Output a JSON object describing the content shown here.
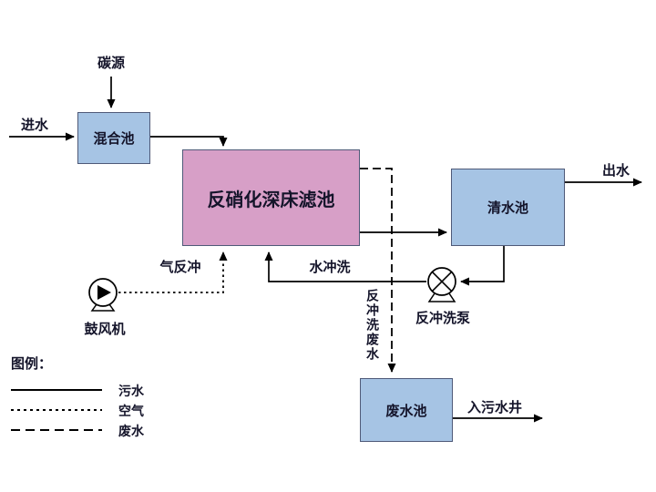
{
  "nodes": {
    "mixing_tank": {
      "label": "混合池"
    },
    "filter": {
      "label": "反硝化深床滤池"
    },
    "clear_tank": {
      "label": "清水池"
    },
    "waste_tank": {
      "label": "废水池"
    }
  },
  "labels": {
    "carbon_source": "碳源",
    "influent": "进水",
    "effluent": "出水",
    "air_backwash": "气反冲",
    "water_wash": "水冲洗",
    "backwash_wastewater": "反冲洗废水",
    "blower": "鼓风机",
    "backwash_pump": "反冲洗泵",
    "to_sewage_well": "入污水井"
  },
  "legend": {
    "title": "图例：",
    "items": [
      {
        "label": "污水",
        "style": "solid"
      },
      {
        "label": "空气",
        "style": "dotted"
      },
      {
        "label": "废水",
        "style": "dashed"
      }
    ]
  },
  "colors": {
    "tank_fill": "#a6c4e4",
    "filter_fill": "#d79fc7",
    "line": "#000000"
  }
}
